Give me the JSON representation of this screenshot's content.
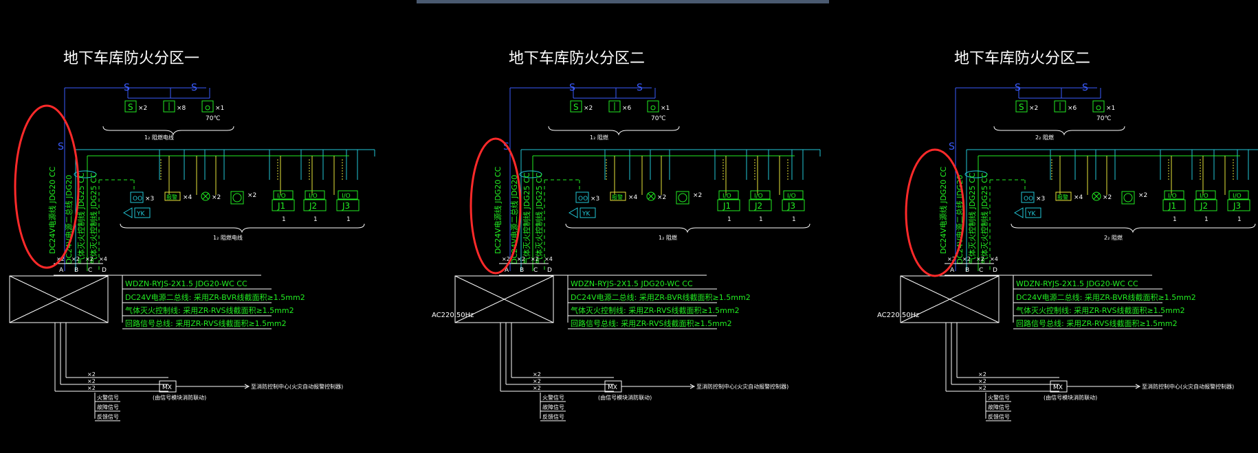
{
  "colors": {
    "background": "#000000",
    "blue": "#3a5cff",
    "cyan": "#22c8d8",
    "green": "#22ee22",
    "yellow": "#e8e63a",
    "white": "#ffffff",
    "red": "#ff2a2a",
    "topbar": "#4a5a70"
  },
  "panels": [
    {
      "title": "地下车库防火分区一",
      "top_group_label": "1₂ 阻燃电线",
      "bottom_group_label": "1₂ 阻燃电线",
      "ac_label": ""
    },
    {
      "title": "地下车库防火分区二",
      "top_group_label": "1₂ 阻燃",
      "bottom_group_label": "1₂ 阻燃",
      "ac_label": "AC220,50Hz"
    },
    {
      "title": "地下车库防火分区二",
      "top_group_label": "2₂ 阻燃",
      "bottom_group_label": "2₂ 阻燃",
      "ac_label": "AC220,50Hz"
    }
  ],
  "shared": {
    "top_devices": [
      {
        "symbol": "S",
        "count": "×2"
      },
      {
        "symbol": "|",
        "count": "×8"
      },
      {
        "symbol": "◎",
        "count": "×1",
        "note": "70℃"
      }
    ],
    "top_devices_alt_count": "×6",
    "s_marker": "S",
    "mid_devices": {
      "oo": "OO",
      "oo_count": "×3",
      "yk": "YK",
      "box": "报警",
      "box_count": "×4",
      "cross_count": "×2",
      "circle_count": "×2"
    },
    "io_modules": [
      {
        "io": "I/O",
        "j": "J1",
        "n": "1"
      },
      {
        "io": "I/O",
        "j": "J2",
        "n": "1"
      },
      {
        "io": "I/O",
        "j": "J3",
        "n": "1"
      }
    ],
    "vertical_labels": [
      "DC24V电源线 JDG20 CC",
      "DC24V电源二总线 JDG20",
      "气体灭火控制线 JDG25 CC"
    ],
    "bus_counts": [
      "×2",
      "×2",
      "×2",
      "×4"
    ],
    "bus_letters": [
      "A",
      "B",
      "C",
      "D"
    ],
    "legend": [
      "WDZN-RYJS-2X1.5 JDG20-WC CC",
      "DC24V电源二总线: 采用ZR-BVR线截面积≥1.5mm2",
      "气体灭火控制线: 采用ZR-RVS线截面积≥1.5mm2",
      "回路信号总线: 采用ZR-RVS线截面积≥1.5mm2"
    ],
    "bottom_counts": [
      "×2",
      "×2",
      "×2"
    ],
    "mx_label": "MX",
    "mx_note": "(由信号模块消防联动)",
    "to_center": "至消防控制中心(火灾自动报警控制器)",
    "signals": [
      "火警信号",
      "故障信号",
      "反馈信号"
    ]
  }
}
